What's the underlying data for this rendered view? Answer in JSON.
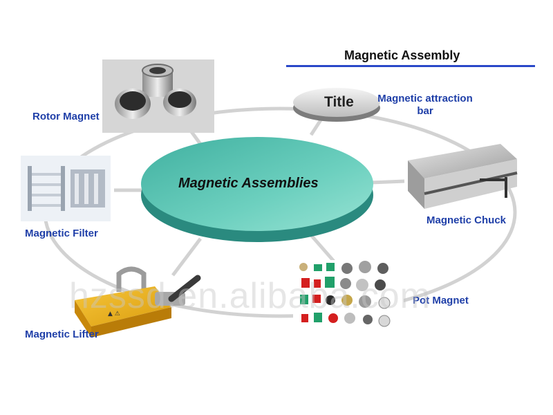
{
  "header": {
    "title": "Magnetic Assembly"
  },
  "center": {
    "label": "Magnetic Assemblies"
  },
  "title_node": {
    "label": "Title"
  },
  "nodes": {
    "rotor": "Rotor Magnet",
    "attraction_bar": "Magnetic attraction bar",
    "chuck": "Magnetic Chuck",
    "filter": "Magnetic Filter",
    "pot": "Pot Magnet",
    "lifter": "Magnetic Lifter"
  },
  "watermark": "hzssd.en.alibaba.com",
  "colors": {
    "label": "#1f3fa8",
    "accent_line": "#2a48c8",
    "ellipse_fill": "#5ec2b2",
    "ellipse_side": "#2a8a7f",
    "ring": "#d2d2d2"
  },
  "icons": [
    "rotor-magnet-photo",
    "attraction-bar-photo",
    "chuck-photo",
    "filter-photo",
    "pot-magnet-photo",
    "lifter-photo"
  ]
}
